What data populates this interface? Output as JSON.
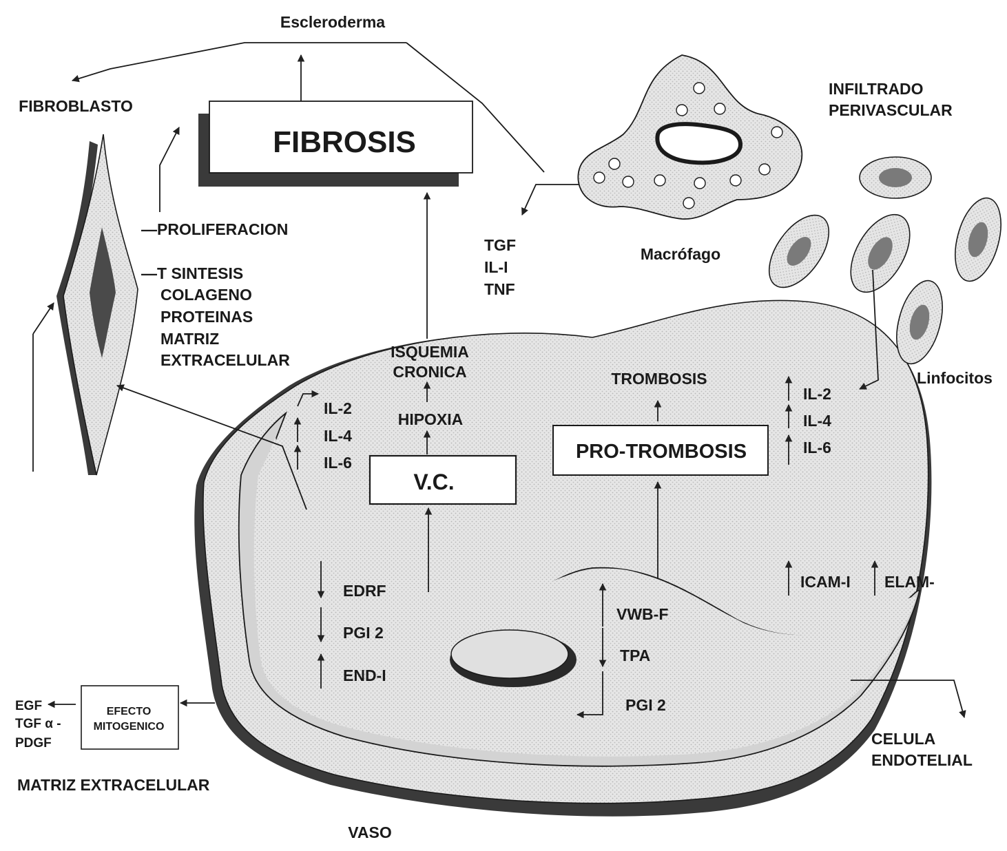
{
  "title": "Escleroderma",
  "fibroblast": {
    "label": "FIBROBLASTO",
    "effects": [
      "—PROLIFERACION",
      "—T SINTESIS",
      "COLAGENO",
      "PROTEINAS",
      "MATRIZ",
      "EXTRACELULAR"
    ]
  },
  "fibrosis": "FIBROSIS",
  "macrophage": {
    "label": "Macrófago",
    "cytokines": [
      "TGF",
      "IL-I",
      "TNF"
    ]
  },
  "infiltrate": {
    "label_lines": [
      "INFILTRADO",
      "PERIVASCULAR"
    ],
    "lymphocytes": "Linfocitos"
  },
  "vessel": {
    "label": "VASO",
    "endothelial_cell": [
      "CELULA",
      "ENDOTELIAL"
    ],
    "left_interleukins": [
      "IL-2",
      "IL-4",
      "IL-6"
    ],
    "right_interleukins": [
      "IL-2",
      "IL-4",
      "IL-6"
    ],
    "isquemia": [
      "ISQUEMIA",
      "CRONICA"
    ],
    "hipoxia": "HIPOXIA",
    "vc": "V.C.",
    "trombosis": "TROMBOSIS",
    "pro_trombosis": "PRO-TROMBOSIS",
    "mediators_left": [
      "EDRF",
      "PGI 2",
      "END-I"
    ],
    "mediators_center": [
      "VWB-F",
      "TPA",
      "PGI 2"
    ],
    "adhesion": [
      "ICAM-I",
      "ELAM-"
    ]
  },
  "matrix": {
    "label": "MATRIZ EXTRACELULAR",
    "effect_lines": [
      "EFECTO",
      "MITOGENICO"
    ],
    "factors": [
      "EGF",
      "TGF α -",
      "PDGF"
    ]
  },
  "colors": {
    "ink": "#1a1a1a",
    "shade": "#3a3a3a",
    "fill": "#e4e4e4",
    "nucleus": "#7a7a7a"
  }
}
